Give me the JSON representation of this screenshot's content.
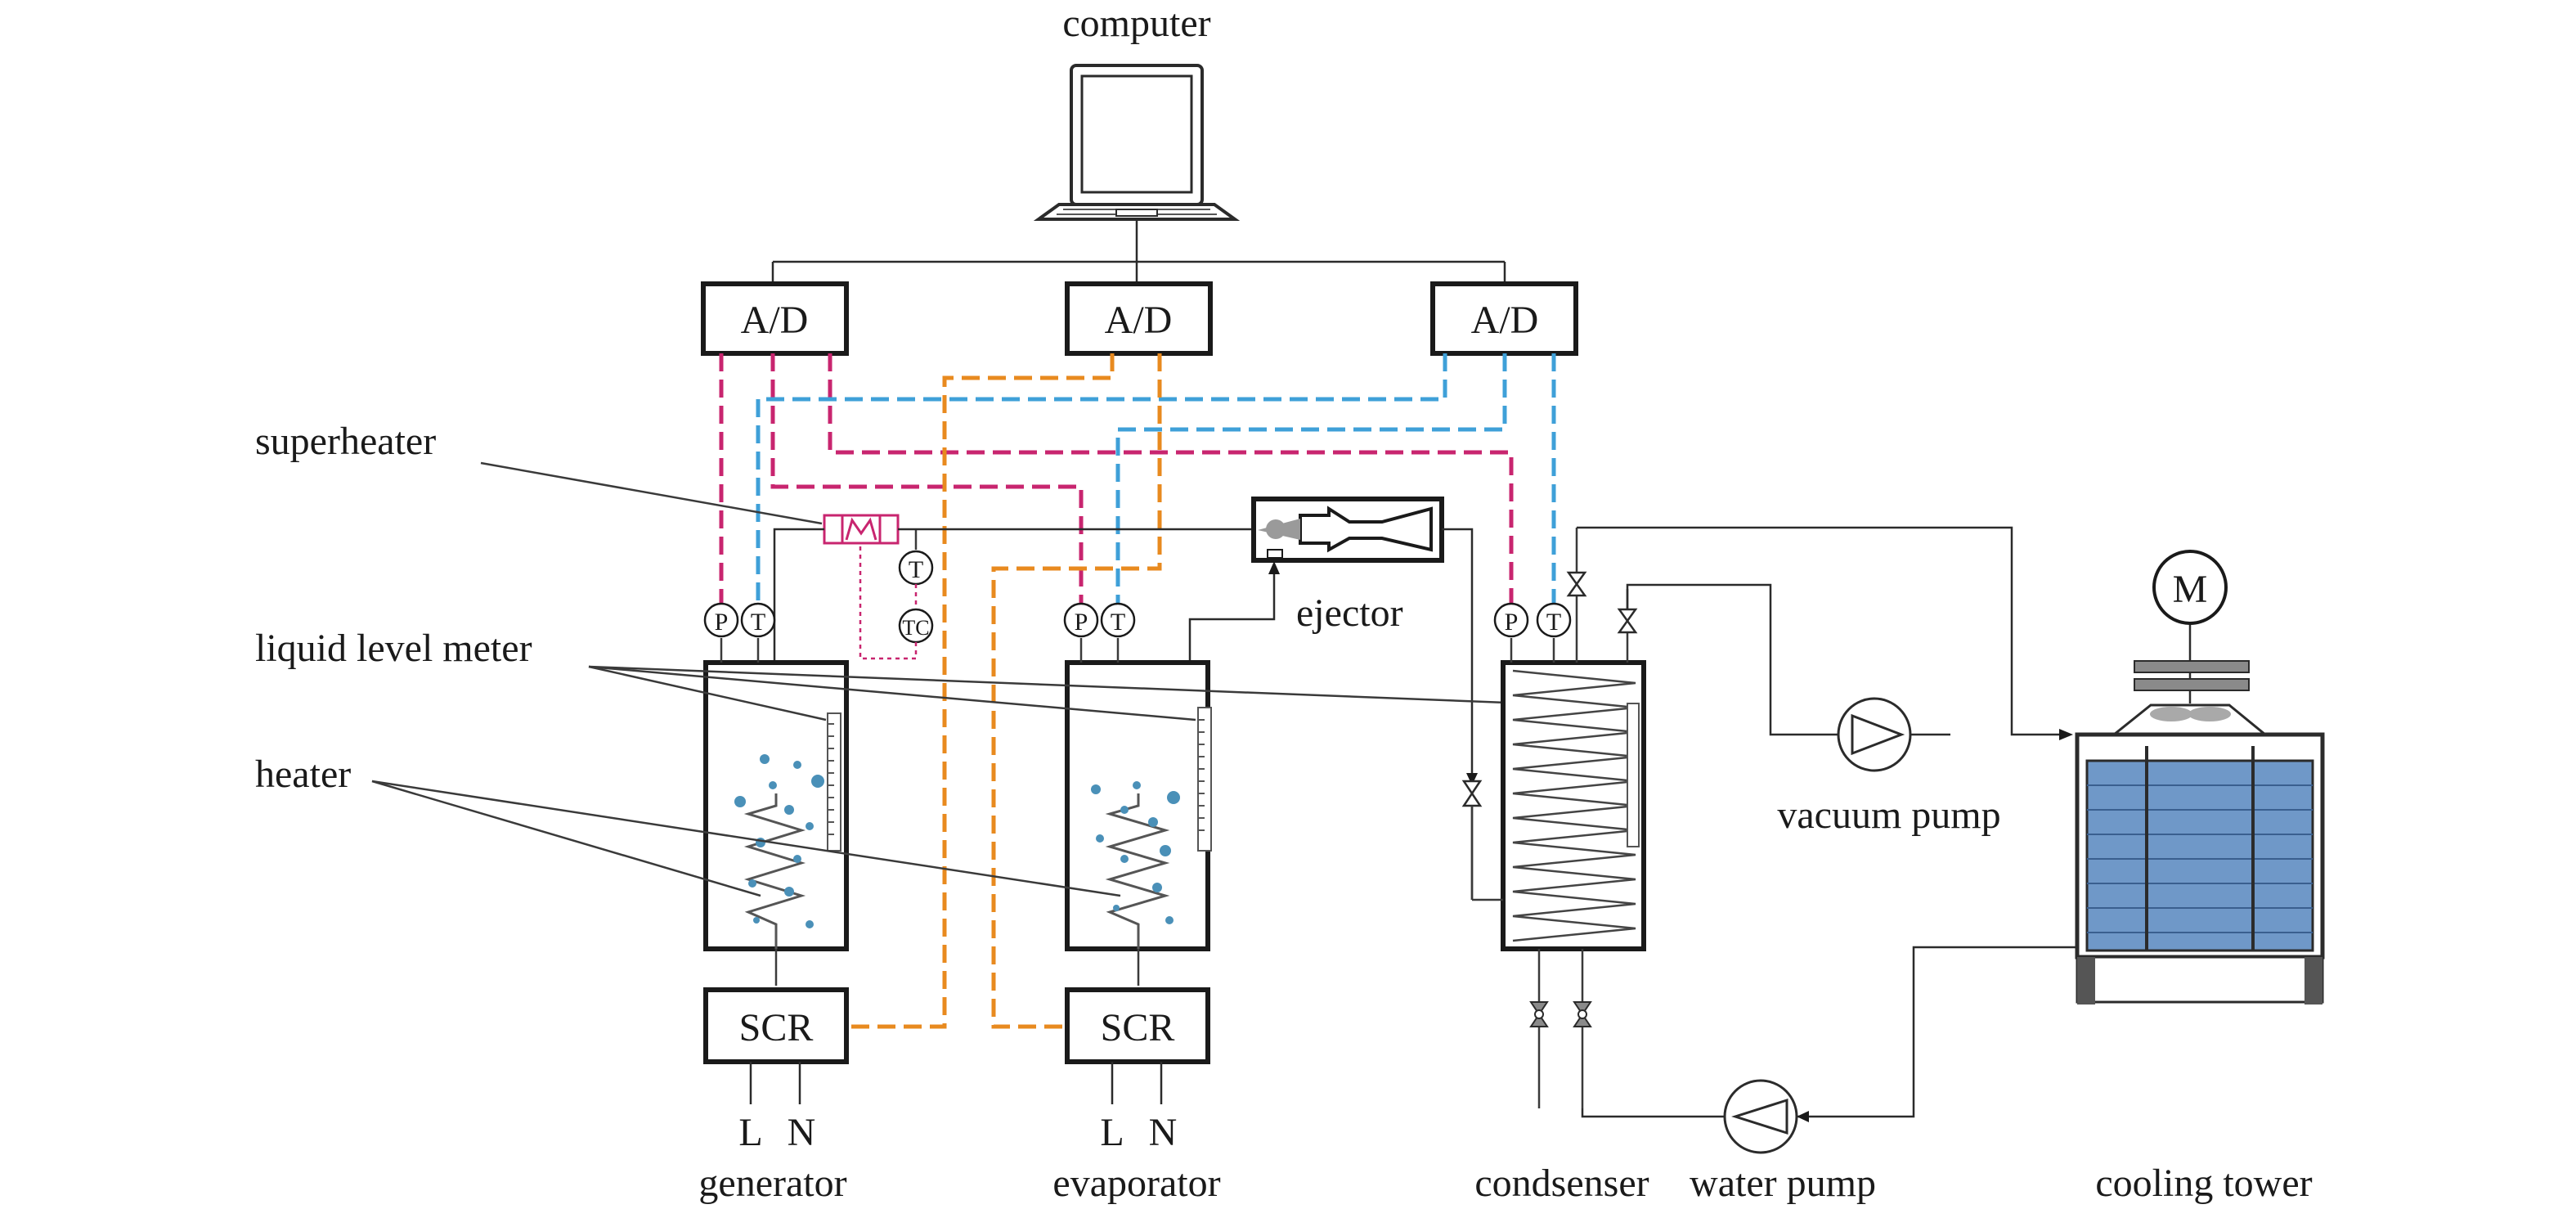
{
  "labels": {
    "computer": "computer",
    "ad": "A/D",
    "superheater": "superheater",
    "liquid_level_meter": "liquid level meter",
    "heater": "heater",
    "ejector": "ejector",
    "vacuum_pump": "vacuum pump",
    "scr": "SCR",
    "l": "L",
    "n": "N",
    "generator": "generator",
    "evaporator": "evaporator",
    "condenser": "condsenser",
    "water_pump": "water pump",
    "cooling_tower": "cooling tower",
    "p": "P",
    "t": "T",
    "tc": "TC",
    "m": "M"
  },
  "colors": {
    "pressure_signal": "#c8256f",
    "temperature_signal": "#3fa0d8",
    "control_signal": "#e88a1f",
    "water": "#6f98c8",
    "liquid": "#cfcfcf"
  }
}
